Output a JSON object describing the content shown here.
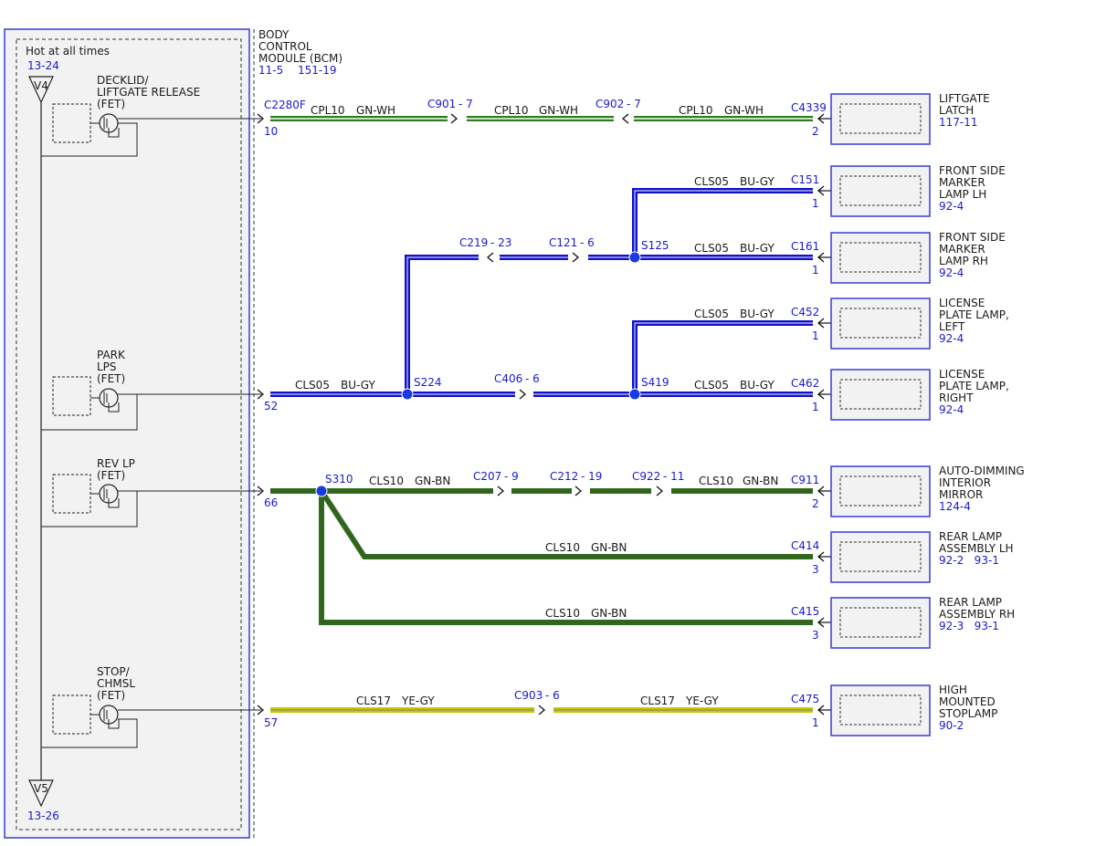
{
  "bcm": {
    "title_lines": [
      "BODY",
      "CONTROL",
      "MODULE (BCM)"
    ],
    "refs": [
      "11-5",
      "151-19"
    ],
    "hot_label": "Hot at all times",
    "hot_ref": "13-24",
    "v4": "V4",
    "v5": "V5",
    "v5_ref": "13-26",
    "fets": [
      {
        "lines": [
          "DECKLID/",
          "LIFTGATE RELEASE",
          "(FET)"
        ]
      },
      {
        "lines": [
          "PARK",
          "LPS",
          "(FET)"
        ]
      },
      {
        "lines": [
          "REV LP",
          "(FET)"
        ]
      },
      {
        "lines": [
          "STOP/",
          "CHMSL",
          "(FET)"
        ]
      }
    ]
  },
  "bcm_connectors": [
    {
      "name": "C2280F",
      "pin": "10"
    },
    {
      "pin": "52"
    },
    {
      "pin": "66"
    },
    {
      "pin": "57"
    }
  ],
  "inline_connectors": [
    {
      "name": "C901",
      "pin": "- 7"
    },
    {
      "name": "C902",
      "pin": "- 7"
    },
    {
      "name": "C219",
      "pin": "- 23"
    },
    {
      "name": "C121",
      "pin": "- 6"
    },
    {
      "name": "C406",
      "pin": "- 6"
    },
    {
      "name": "C207",
      "pin": "- 9"
    },
    {
      "name": "C212",
      "pin": "- 19"
    },
    {
      "name": "C922",
      "pin": "- 11"
    },
    {
      "name": "C903",
      "pin": "- 6"
    }
  ],
  "splices": [
    "S125",
    "S224",
    "S419",
    "S310"
  ],
  "wire_labels": {
    "cpl10": "CPL10",
    "gn_wh": "GN-WH",
    "cls05": "CLS05",
    "bu_gy": "BU-GY",
    "cls10": "CLS10",
    "gn_bn": "GN-BN",
    "cls17": "CLS17",
    "ye_gy": "YE-GY"
  },
  "components": [
    {
      "connector": "C4339",
      "pin": "2",
      "name_lines": [
        "LIFTGATE",
        "LATCH"
      ],
      "refs": "117-11"
    },
    {
      "connector": "C151",
      "pin": "1",
      "name_lines": [
        "FRONT SIDE",
        "MARKER",
        "LAMP LH"
      ],
      "refs": "92-4"
    },
    {
      "connector": "C161",
      "pin": "1",
      "name_lines": [
        "FRONT SIDE",
        "MARKER",
        "LAMP RH"
      ],
      "refs": "92-4"
    },
    {
      "connector": "C452",
      "pin": "1",
      "name_lines": [
        "LICENSE",
        "PLATE LAMP,",
        "LEFT"
      ],
      "refs": "92-4"
    },
    {
      "connector": "C462",
      "pin": "1",
      "name_lines": [
        "LICENSE",
        "PLATE LAMP,",
        "RIGHT"
      ],
      "refs": "92-4"
    },
    {
      "connector": "C911",
      "pin": "2",
      "name_lines": [
        "AUTO-DIMMING",
        "INTERIOR",
        "MIRROR"
      ],
      "refs": "124-4"
    },
    {
      "connector": "C414",
      "pin": "3",
      "name_lines": [
        "REAR LAMP",
        "ASSEMBLY LH"
      ],
      "refs": "92-2   93-1"
    },
    {
      "connector": "C415",
      "pin": "3",
      "name_lines": [
        "REAR LAMP",
        "ASSEMBLY RH"
      ],
      "refs": "92-3   93-1"
    },
    {
      "connector": "C475",
      "pin": "1",
      "name_lines": [
        "HIGH",
        "MOUNTED",
        "STOPLAMP"
      ],
      "refs": "90-2"
    }
  ],
  "colors": {
    "module_border": "#3a3ad8",
    "module_fill": "#f2f2f2",
    "ref_text": "#1a1ad0",
    "wire_green": "#2e7d1f",
    "wire_blue": "#1010d0",
    "wire_yellow": "#c8c800",
    "wire_white": "#ffffff",
    "splice": "#1a3ae0"
  }
}
